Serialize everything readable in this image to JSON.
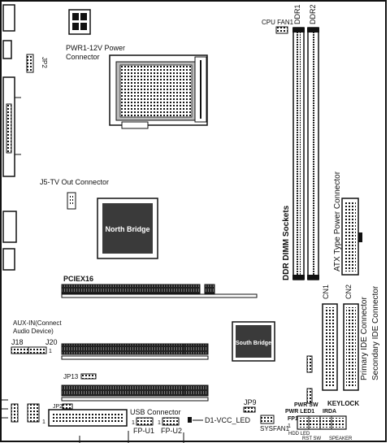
{
  "labels": {
    "pwr_connector_l1": "PWR1-12V Power",
    "pwr_connector_l2": "Connector",
    "cpu_fan": "CPU FAN1",
    "ddr1": "DDR1",
    "ddr2": "DDR2",
    "jp2_top": "JP2",
    "tv_out": "J5-TV Out Connector",
    "north_bridge": "North Bridge",
    "ddr_dimm": "DDR DIMM Sockets",
    "atx_power": "ATX Type Power Connector",
    "pciex16": "PCIEX16",
    "cn1": "CN1",
    "cn2": "CN2",
    "aux_in_l1": "AUX-IN(Connect",
    "aux_in_l2": "Audio Device)",
    "j18": "J18",
    "j20": "J20",
    "south_bridge": "South Bridge",
    "primary_ide": "Primary IDE Connector",
    "secondary_ide": "Secondary IDE Connector",
    "jp13": "JP13",
    "jp9": "JP9",
    "sysfan": "SYSFAN1",
    "jp2_bottom": "JP2",
    "usb_connector": "USB Connector",
    "fp_u1": "FP-U1",
    "fp_u2": "FP-U2",
    "d1_led": "D1-VCC_LED",
    "pwr_sw": "PWR SW",
    "pwr_led": "PWR LED1",
    "keylock": "KEYLOCK",
    "fp1": "FP1",
    "irda": "IRDA",
    "hdd_led": "HDD LED",
    "rst_sw": "RST SW",
    "speaker": "SPEAKER",
    "pin1_a": "1",
    "pin1_b": "1",
    "pin1_c": "1",
    "pin1_d": "1",
    "pin1_e": "1"
  }
}
